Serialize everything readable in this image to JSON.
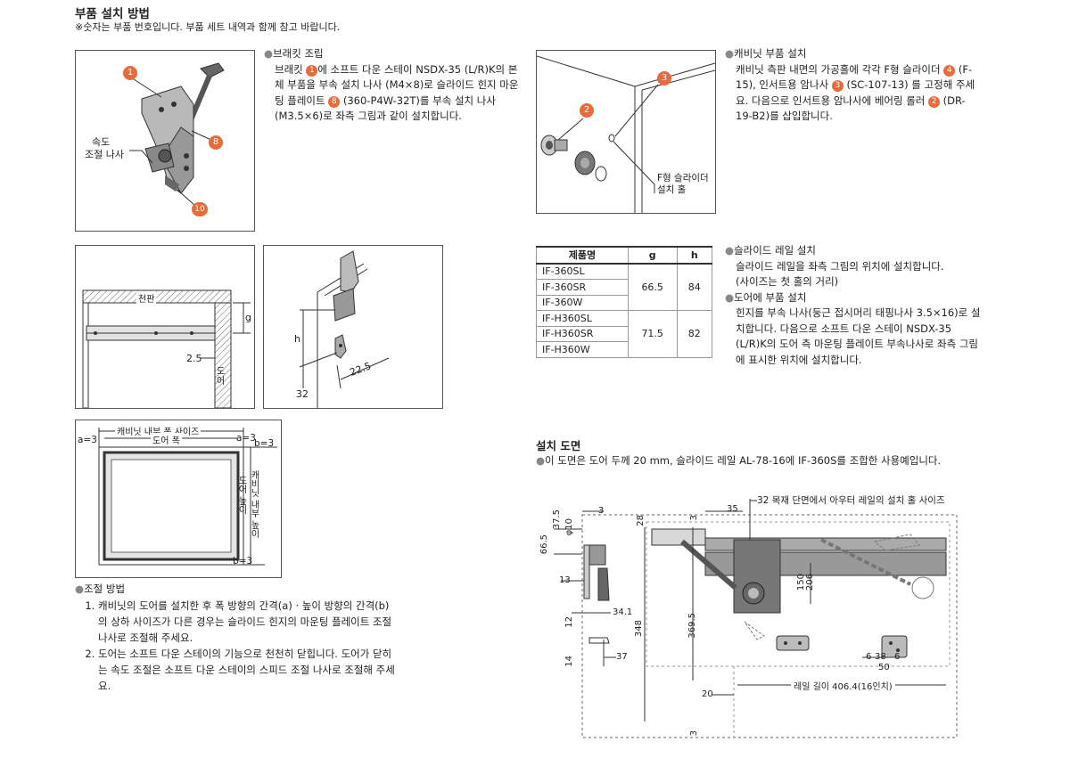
{
  "header": {
    "title": "부품 설치 방법",
    "note": "※숫자는 부품 번호입니다. 부품 세트 내역과 함께 참고 바랍니다."
  },
  "bracket": {
    "heading": "브래킷 조립",
    "body_pre": "브래킷 ",
    "b1": "1",
    "body_mid1": "에 소프트 다운 스테이 NSDX-35 (L/R)K의 본체 부품을 부속 설치 나사 (M4×8)로 슬라이드 힌지 마운팅 플레이트 ",
    "b8": "8",
    "body_post": " (360-P4W-32T)를 부속 설치 나사 (M3.5×6)로 좌측 그림과 같이 설치합니다.",
    "fig_label_speed_1": "속도",
    "fig_label_speed_2": "조절 나사",
    "fig_num_1": "1",
    "fig_num_8": "8",
    "fig_num_10": "10"
  },
  "cabinet": {
    "heading": "캐비닛 부품 설치",
    "body_pre": "캐비닛 측판 내면의 가공홀에 각각 F형 슬라이더 ",
    "b4": "4",
    "body_mid1": " (F-15), 인서트용 암나사 ",
    "b3": "3",
    "body_mid2": " (SC-107-13) 를 고정해 주세요. 다음으로 인서트용 암나사에 베어링 롤러 ",
    "b2": "2",
    "body_post": " (DR-19-B2)를 삽입합니다.",
    "fig_num_2": "2",
    "fig_num_3": "3",
    "fig_label_slider_1": "F형 슬라이더",
    "fig_label_slider_2": "설치 홀"
  },
  "fig_rail": {
    "top_label": "천판",
    "g": "g",
    "dim_25": "2.5",
    "door_label": "도어"
  },
  "fig_hinge": {
    "h": "h",
    "d225": "22.5",
    "d32": "32"
  },
  "fig_door": {
    "a_left": "a=3",
    "a_right": "a=3",
    "width_1": "캐비닛 내부 폭 사이즈",
    "width_2": "도어 폭",
    "b_top": "b=3",
    "b_bottom": "b=3",
    "height_1": "도어 높이",
    "height_2": "캐비닛 내부 높이"
  },
  "table": {
    "headers": [
      "제품명",
      "g",
      "h"
    ],
    "group1": {
      "names": [
        "IF-360SL",
        "IF-360SR",
        "IF-360W"
      ],
      "g": "66.5",
      "h": "84"
    },
    "group2": {
      "names": [
        "IF-H360SL",
        "IF-H360SR",
        "IF-H360W"
      ],
      "g": "71.5",
      "h": "82"
    }
  },
  "slide": {
    "heading": "슬라이드 레일 설치",
    "line1": "슬라이드 레일을 좌측 그림의 위치에 설치합니다.",
    "line2": "(사이즈는 첫 홀의 거리)"
  },
  "door_install": {
    "heading": "도어에 부품 설치",
    "body": "힌지를 부속 나사(둥근 접시머리 태핑나사 3.5×16)로 설치합니다. 다음으로 소프트 다운 스테이 NSDX-35 (L/R)K의 도어 측 마운팅 플레이트 부속나사로 좌측 그림에 표시한 위치에 설치합니다."
  },
  "adjust": {
    "heading": "조절 방법",
    "item1": "캐비닛의 도어를 설치한 후 폭 방향의 간격(a) · 높이 방향의 간격(b)의 상하 사이즈가 다른 경우는 슬라이드 힌지의 마운팅 플레이트 조절 나사로 조절해 주세요.",
    "item2": "도어는 소프트 다운 스테이의 기능으로 천천히 닫힙니다. 도어가 닫히는 속도 조절은 소프트 다운 스테이의 스피드 조절 나사로 조절해 주세요."
  },
  "install": {
    "title": "설치 도면",
    "desc": "이 도면은 도어 두께 20 mm, 슬라이드 레일 AL-78-16에 IF-360S를 조합한 사용예입니다.",
    "top_note": "32 목재 단면에서 아우터 레일의 설치 홀 사이즈",
    "dims": {
      "d375": "37.5",
      "d10": "φ10",
      "d3a": "3",
      "d28": "28",
      "d3b": "3",
      "d35": "35",
      "d665": "66.5",
      "d13": "13",
      "d341": "34.1",
      "d12": "12",
      "d14": "14",
      "d37": "37",
      "d348": "348",
      "d3695": "369.5",
      "d150": "150",
      "d206": "206",
      "d6a": "6",
      "d38": "38",
      "d6b": "6",
      "d50": "50",
      "d20": "20",
      "d3c": "3",
      "rail": "레일 길이 406.4(16인치)"
    }
  },
  "colors": {
    "accent": "#e86c3a",
    "line": "#333333",
    "frame": "#555555"
  }
}
